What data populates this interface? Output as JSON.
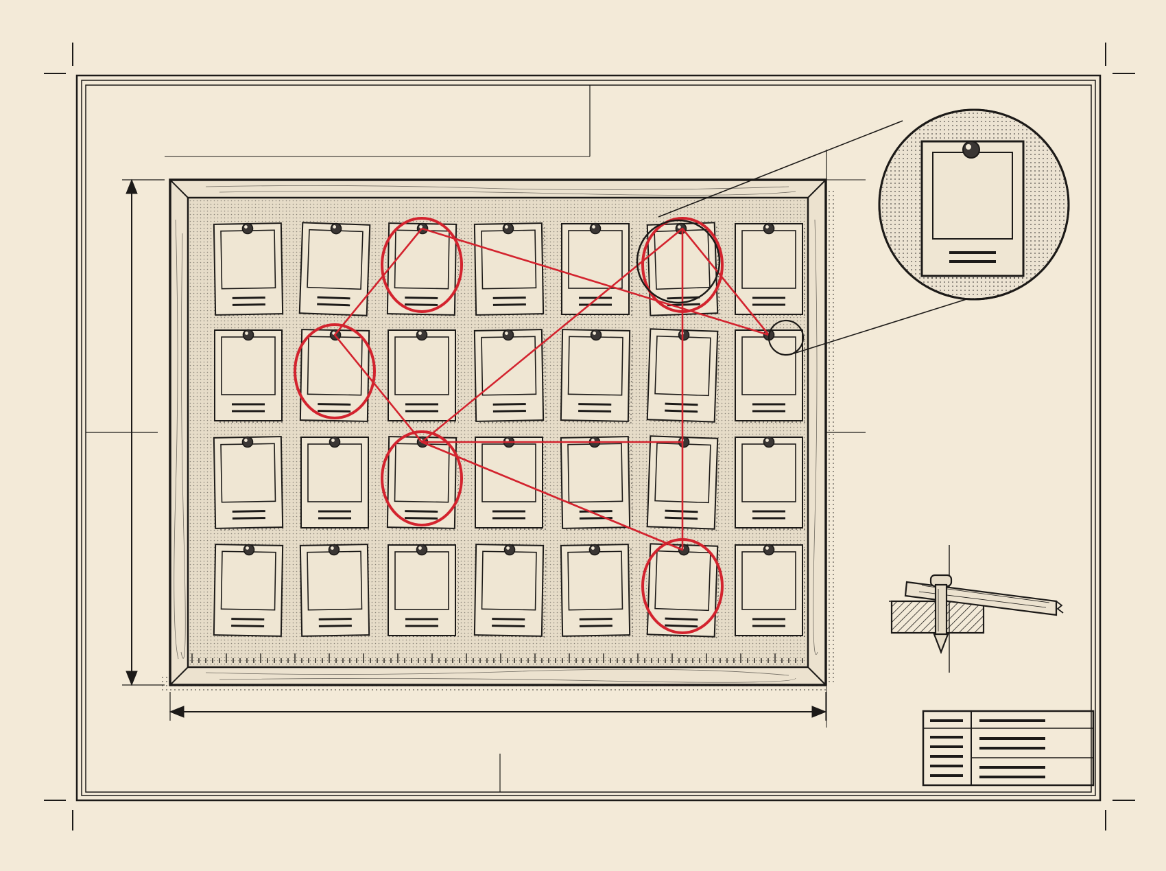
{
  "sheet": {
    "paper_color": "#f3ead8",
    "ink_color": "#1c1a18",
    "cork_color": "#e6dcc8",
    "photo_color": "#efe6d3",
    "frame_color": "#ece2cf",
    "accent_color": "#d3232e"
  },
  "board": {
    "rows": 4,
    "columns": 7,
    "circled_photos": [
      {
        "row": 1,
        "col": 3
      },
      {
        "row": 1,
        "col": 6
      },
      {
        "row": 2,
        "col": 2
      },
      {
        "row": 3,
        "col": 3
      },
      {
        "row": 4,
        "col": 6
      }
    ],
    "string_path": [
      {
        "row": 1,
        "col": 3
      },
      {
        "row": 2,
        "col": 7
      },
      {
        "row": 1,
        "col": 6
      },
      {
        "row": 4,
        "col": 6
      },
      {
        "row": 3,
        "col": 3
      },
      {
        "row": 2,
        "col": 2
      },
      {
        "row": 1,
        "col": 3
      }
    ],
    "extra_strings": [
      [
        {
          "row": 3,
          "col": 3
        },
        {
          "row": 3,
          "col": 6
        }
      ],
      [
        {
          "row": 3,
          "col": 3
        },
        {
          "row": 1,
          "col": 6
        }
      ],
      [
        {
          "row": 3,
          "col": 3
        },
        {
          "row": 4,
          "col": 6
        }
      ]
    ],
    "detail_callout": {
      "row": 2,
      "col": 7
    },
    "icons": [
      "push-pin-icon",
      "red-string-icon",
      "magnifier-callout-icon",
      "pin-section-icon"
    ]
  },
  "title_block": {
    "rows": 3
  }
}
